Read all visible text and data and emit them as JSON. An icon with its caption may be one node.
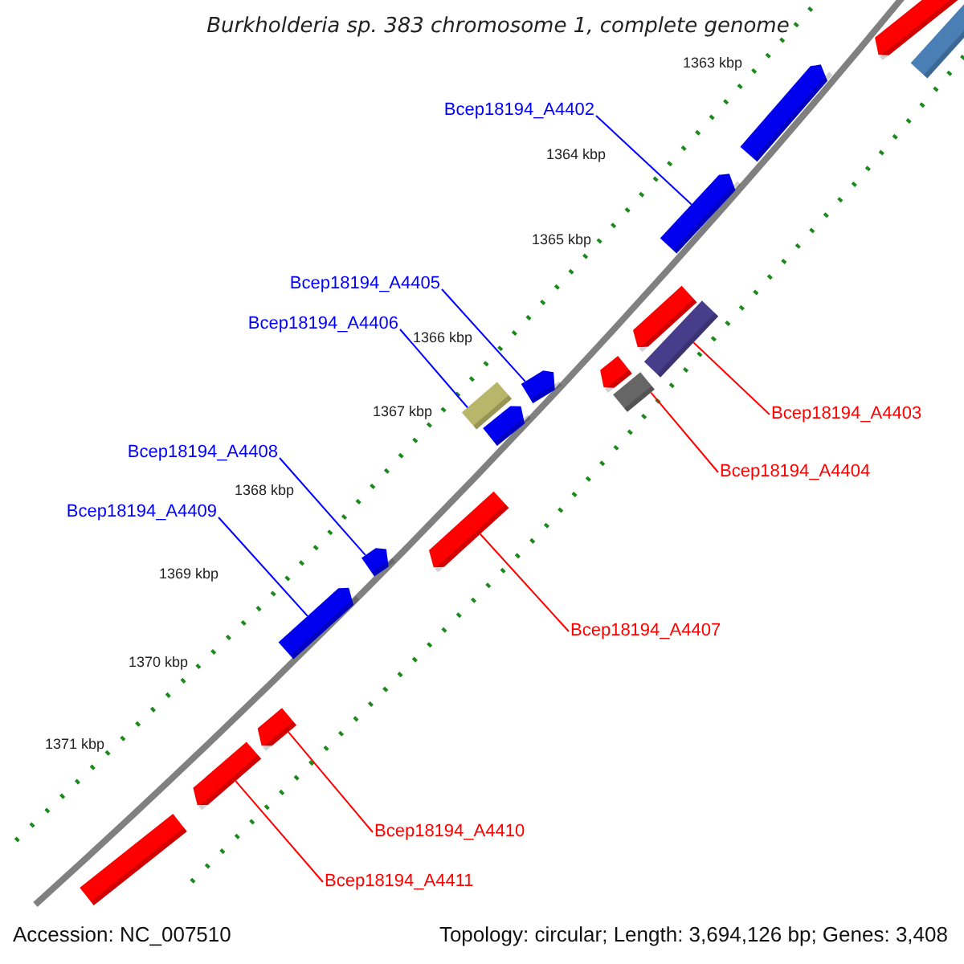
{
  "diagram": {
    "title": "Burkholderia sp. 383 chromosome 1, complete genome",
    "nodes": [
      {
        "text": [
          "Bcep18194_A4402"
        ]
      },
      {
        "text": [
          "Bcep18194_A4405"
        ]
      },
      {
        "text": [
          "Bcep18194_A4406"
        ]
      },
      {
        "text": [
          "Bcep18194_A4403"
        ]
      },
      {
        "text": [
          "Bcep18194_A4404"
        ]
      },
      {
        "text": [
          "Bcep18194_A4408"
        ]
      },
      {
        "text": [
          "Bcep18194_A4409"
        ]
      },
      {
        "text": [
          "Bcep18194_A4407"
        ]
      },
      {
        "text": [
          "Bcep18194_A4410"
        ]
      },
      {
        "text": [
          "Bcep18194_A4411"
        ]
      },
      {
        "text": [],
        "shape": "pentagon"
      },
      {
        "text": [],
        "shape": "bar"
      },
      {
        "text": [],
        "shape": "pentagon"
      },
      {
        "text": [],
        "shape": "pentagon"
      },
      {
        "text": [],
        "shape": "pentagon"
      },
      {
        "text": [],
        "shape": "bar"
      },
      {
        "text": [],
        "shape": "pentagon"
      },
      {
        "text": [],
        "shape": "pentagon"
      },
      {
        "text": [],
        "shape": "bar"
      },
      {
        "text": [],
        "shape": "bar"
      },
      {
        "text": [],
        "shape": "pentagon"
      },
      {
        "text": [],
        "shape": "pentagon"
      },
      {
        "text": [],
        "shape": "pentagon"
      },
      {
        "text": [],
        "shape": "pentagon"
      },
      {
        "text": [],
        "shape": "pentagon"
      },
      {
        "text": [],
        "shape": "pentagon"
      },
      {
        "text": [],
        "shape": "bar"
      }
    ],
    "edges": [
      {
        "from": 0,
        "to": 13,
        "arrow": "none",
        "color": "#0000ff"
      },
      {
        "from": 1,
        "to": 16,
        "arrow": "none",
        "color": "#0000ff"
      },
      {
        "from": 2,
        "to": 19,
        "arrow": "none",
        "color": "#0000ff"
      },
      {
        "from": 3,
        "to": 15,
        "arrow": "none",
        "color": "#ff0000"
      },
      {
        "from": 4,
        "to": 18,
        "arrow": "none",
        "color": "#ff0000"
      },
      {
        "from": 5,
        "to": 22,
        "arrow": "none",
        "color": "#0000ff"
      },
      {
        "from": 6,
        "to": 23,
        "arrow": "none",
        "color": "#0000ff"
      },
      {
        "from": 7,
        "to": 21,
        "arrow": "none",
        "color": "#ff0000"
      },
      {
        "from": 8,
        "to": 24,
        "arrow": "none",
        "color": "#ff0000"
      },
      {
        "from": 9,
        "to": 25,
        "arrow": "none",
        "color": "#ff0000"
      }
    ],
    "labels": [
      "1363 kbp",
      "1364 kbp",
      "1365 kbp",
      "1366 kbp",
      "1367 kbp",
      "1368 kbp",
      "1369 kbp",
      "1370 kbp",
      "1371 kbp",
      "Accession: NC_007510",
      "Topology: circular; Length: 3,694,126 bp; Genes: 3,408"
    ]
  }
}
